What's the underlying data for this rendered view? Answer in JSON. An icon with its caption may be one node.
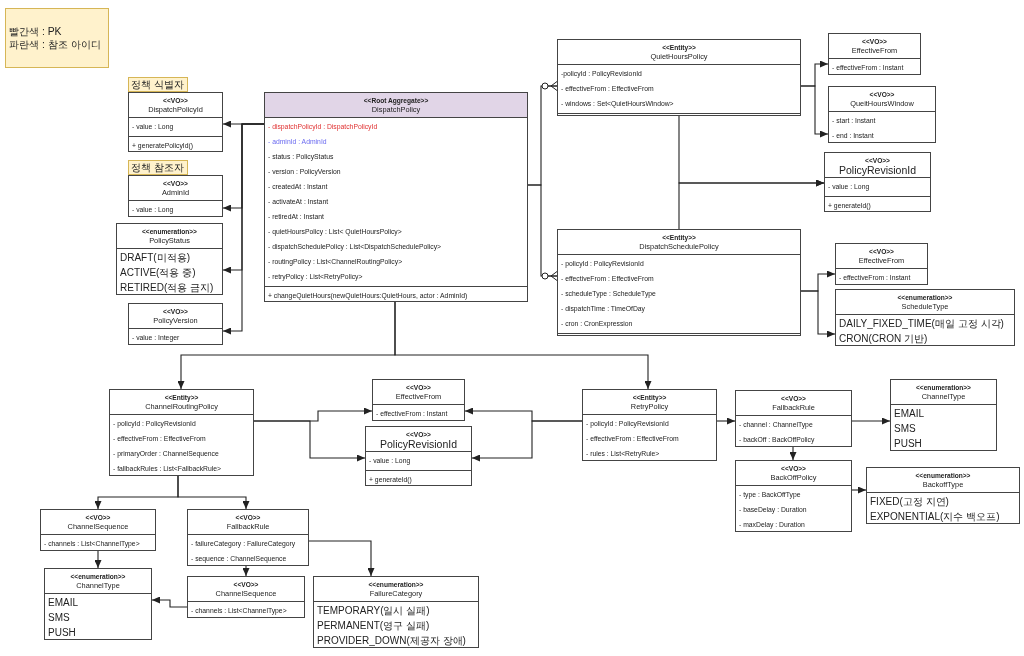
{
  "diagram": {
    "nodes": [
      {
        "text": [
          "빨간색 : PK",
          "파란색 : 참조 아이디"
        ]
      },
      {
        "text": [
          "정책 식별자"
        ]
      },
      {
        "text": [
          "<<VO>>",
          "DispatchPolicyId",
          "- value : Long",
          "+ generatePolicyId()"
        ]
      },
      {
        "text": [
          "정책 참조자"
        ]
      },
      {
        "text": [
          "<<VO>>",
          "AdminId",
          "- value : Long"
        ]
      },
      {
        "text": [
          "<<enumeration>>",
          "PolicyStatus",
          "DRAFT(미적용)",
          "ACTIVE(적용 중)",
          "RETIRED(적용 금지)"
        ]
      },
      {
        "text": [
          "<<VO>>",
          "PolicyVersion",
          "- value : Integer"
        ]
      },
      {
        "text": [
          "<<Root Aggregate>>",
          "DispatchPolicy",
          "- dispatchPolicyId : DispatchPolicyId",
          "- adminId : AdminId",
          "- status : PolicyStatus",
          "- version : PolicyVersion",
          "- createdAt : Instant",
          "- activateAt : Instant",
          "- retiredAt : Instant",
          "- quietHoursPolicy : List< QuietHoursPolicy>",
          "- dispatchSchedulePolicy : List<DispatchSchedulePolicy>",
          "- routingPolicy : List<ChannelRoutingPolicy>",
          "- retryPolicy : List<RetryPolicy>",
          "+ changeQuietHours(newQuietHours:QuietHours, actor : AdminId)"
        ]
      },
      {
        "text": [
          "<<Entity>>",
          "QuietHoursPolicy",
          "-policyId : PolicyRevisionId",
          "- effectiveFrom : EffectiveFrom",
          "- windows : Set<QuietHoursWindow>"
        ]
      },
      {
        "text": [
          "<<VO>>",
          "EffectiveFrom",
          "- effectiveFrom : Instant"
        ]
      },
      {
        "text": [
          "<<VO>>",
          "QueitHoursWindow",
          "- start : Instant",
          "- end : Instant"
        ]
      },
      {
        "text": [
          "<<VO>>",
          "PolicyRevisionId",
          "- value : Long",
          "+ generateId()"
        ]
      },
      {
        "text": [
          "<<Entity>>",
          "DispatchSchedulePolicy",
          "- policyId : PolicyRevisionId",
          "- effectiveFrom : EffectiveFrom",
          "- scheduleType : ScheduleType",
          "- dispatchTime : TimeOfDay",
          "- cron : CronExpression"
        ]
      },
      {
        "text": [
          "<<VO>>",
          "EffectiveFrom",
          "- effectiveFrom : Instant"
        ]
      },
      {
        "text": [
          "<<enumeration>>",
          "ScheduleType",
          "DAILY_FIXED_TIME(매일 고정 시각)",
          "CRON(CRON 기반)"
        ]
      },
      {
        "text": [
          "<<Entity>>",
          "ChannelRoutingPolicy",
          "- policyId : PolicyRevisionId",
          "- effectiveFrom : EffectiveFrom",
          "- primaryOrder : ChannelSequence",
          "- fallbackRules : List<FallbackRule>"
        ]
      },
      {
        "text": [
          "<<VO>>",
          "EffectiveFrom",
          "- effectiveFrom : Instant"
        ]
      },
      {
        "text": [
          "<<VO>>",
          "PolicyRevisionId",
          "- value : Long",
          "+ generateId()"
        ]
      },
      {
        "text": [
          "<<Entity>>",
          "RetryPolicy",
          "- policyId : PolicyRevisionId",
          "- effectiveFrom : EffectiveFrom",
          "- rules : List<RetryRule>"
        ]
      },
      {
        "text": [
          "<<VO>>",
          "FallbackRule",
          "- channel : ChannelType",
          "- backOff : BackOffPolicy"
        ]
      },
      {
        "text": [
          "<<enumeration>>",
          "ChannelType",
          "EMAIL",
          "SMS",
          "PUSH"
        ]
      },
      {
        "text": [
          "<<VO>>",
          "BackOffPolicy",
          "- type : BackOffType",
          "- baseDelay : Duration",
          "- maxDelay : Duration"
        ]
      },
      {
        "text": [
          "<<enumeration>>",
          "BackoffType",
          "FIXED(고정 지연)",
          "EXPONENTIAL(지수 백오프)"
        ]
      },
      {
        "text": [
          "<<VO>>",
          "ChannelSequence",
          "- channels : List<ChannelType>"
        ]
      },
      {
        "text": [
          "<<VO>>",
          "FallbackRule",
          "- failureCategory : FailureCategory",
          "- sequence : ChannelSequence"
        ]
      },
      {
        "text": [
          "<<enumeration>>",
          "ChannelType",
          "EMAIL",
          "SMS",
          "PUSH"
        ]
      },
      {
        "text": [
          "<<VO>>",
          "ChannelSequence",
          "- channels : List<ChannelType>"
        ]
      },
      {
        "text": [
          "<<enumeration>>",
          "FailureCategory",
          "TEMPORARY(일시 실패)",
          "PERMANENT(영구 실패)",
          "PROVIDER_DOWN(제공자 장애)"
        ]
      }
    ],
    "edges": [
      {
        "from": 7,
        "to": 2,
        "arrow": "to"
      },
      {
        "from": 7,
        "to": 4,
        "arrow": "to"
      },
      {
        "from": 7,
        "to": 5,
        "arrow": "to"
      },
      {
        "from": 7,
        "to": 6,
        "arrow": "to"
      },
      {
        "from": 7,
        "to": 8,
        "arrow": "other"
      },
      {
        "from": 7,
        "to": 12,
        "arrow": "other"
      },
      {
        "from": 8,
        "to": 9,
        "arrow": "to"
      },
      {
        "from": 8,
        "to": 10,
        "arrow": "to"
      },
      {
        "from": 8,
        "to": 11,
        "arrow": "to"
      },
      {
        "from": 12,
        "to": 11,
        "arrow": "to"
      },
      {
        "from": 12,
        "to": 13,
        "arrow": "to"
      },
      {
        "from": 12,
        "to": 14,
        "arrow": "to"
      },
      {
        "from": 7,
        "to": 15,
        "arrow": "to"
      },
      {
        "from": 7,
        "to": 18,
        "arrow": "to"
      },
      {
        "from": 15,
        "to": 16,
        "arrow": "to"
      },
      {
        "from": 15,
        "to": 17,
        "arrow": "to"
      },
      {
        "from": 18,
        "to": 16,
        "arrow": "to"
      },
      {
        "from": 18,
        "to": 17,
        "arrow": "to"
      },
      {
        "from": 18,
        "to": 19,
        "arrow": "to"
      },
      {
        "from": 19,
        "to": 20,
        "arrow": "to"
      },
      {
        "from": 19,
        "to": 21,
        "arrow": "to"
      },
      {
        "from": 21,
        "to": 22,
        "arrow": "to"
      },
      {
        "from": 15,
        "to": 23,
        "arrow": "to"
      },
      {
        "from": 15,
        "to": 24,
        "arrow": "to"
      },
      {
        "from": 23,
        "to": 25,
        "arrow": "to"
      },
      {
        "from": 24,
        "to": 26,
        "arrow": "to"
      },
      {
        "from": 24,
        "to": 27,
        "arrow": "to"
      },
      {
        "from": 26,
        "to": 25,
        "arrow": "to"
      }
    ]
  }
}
